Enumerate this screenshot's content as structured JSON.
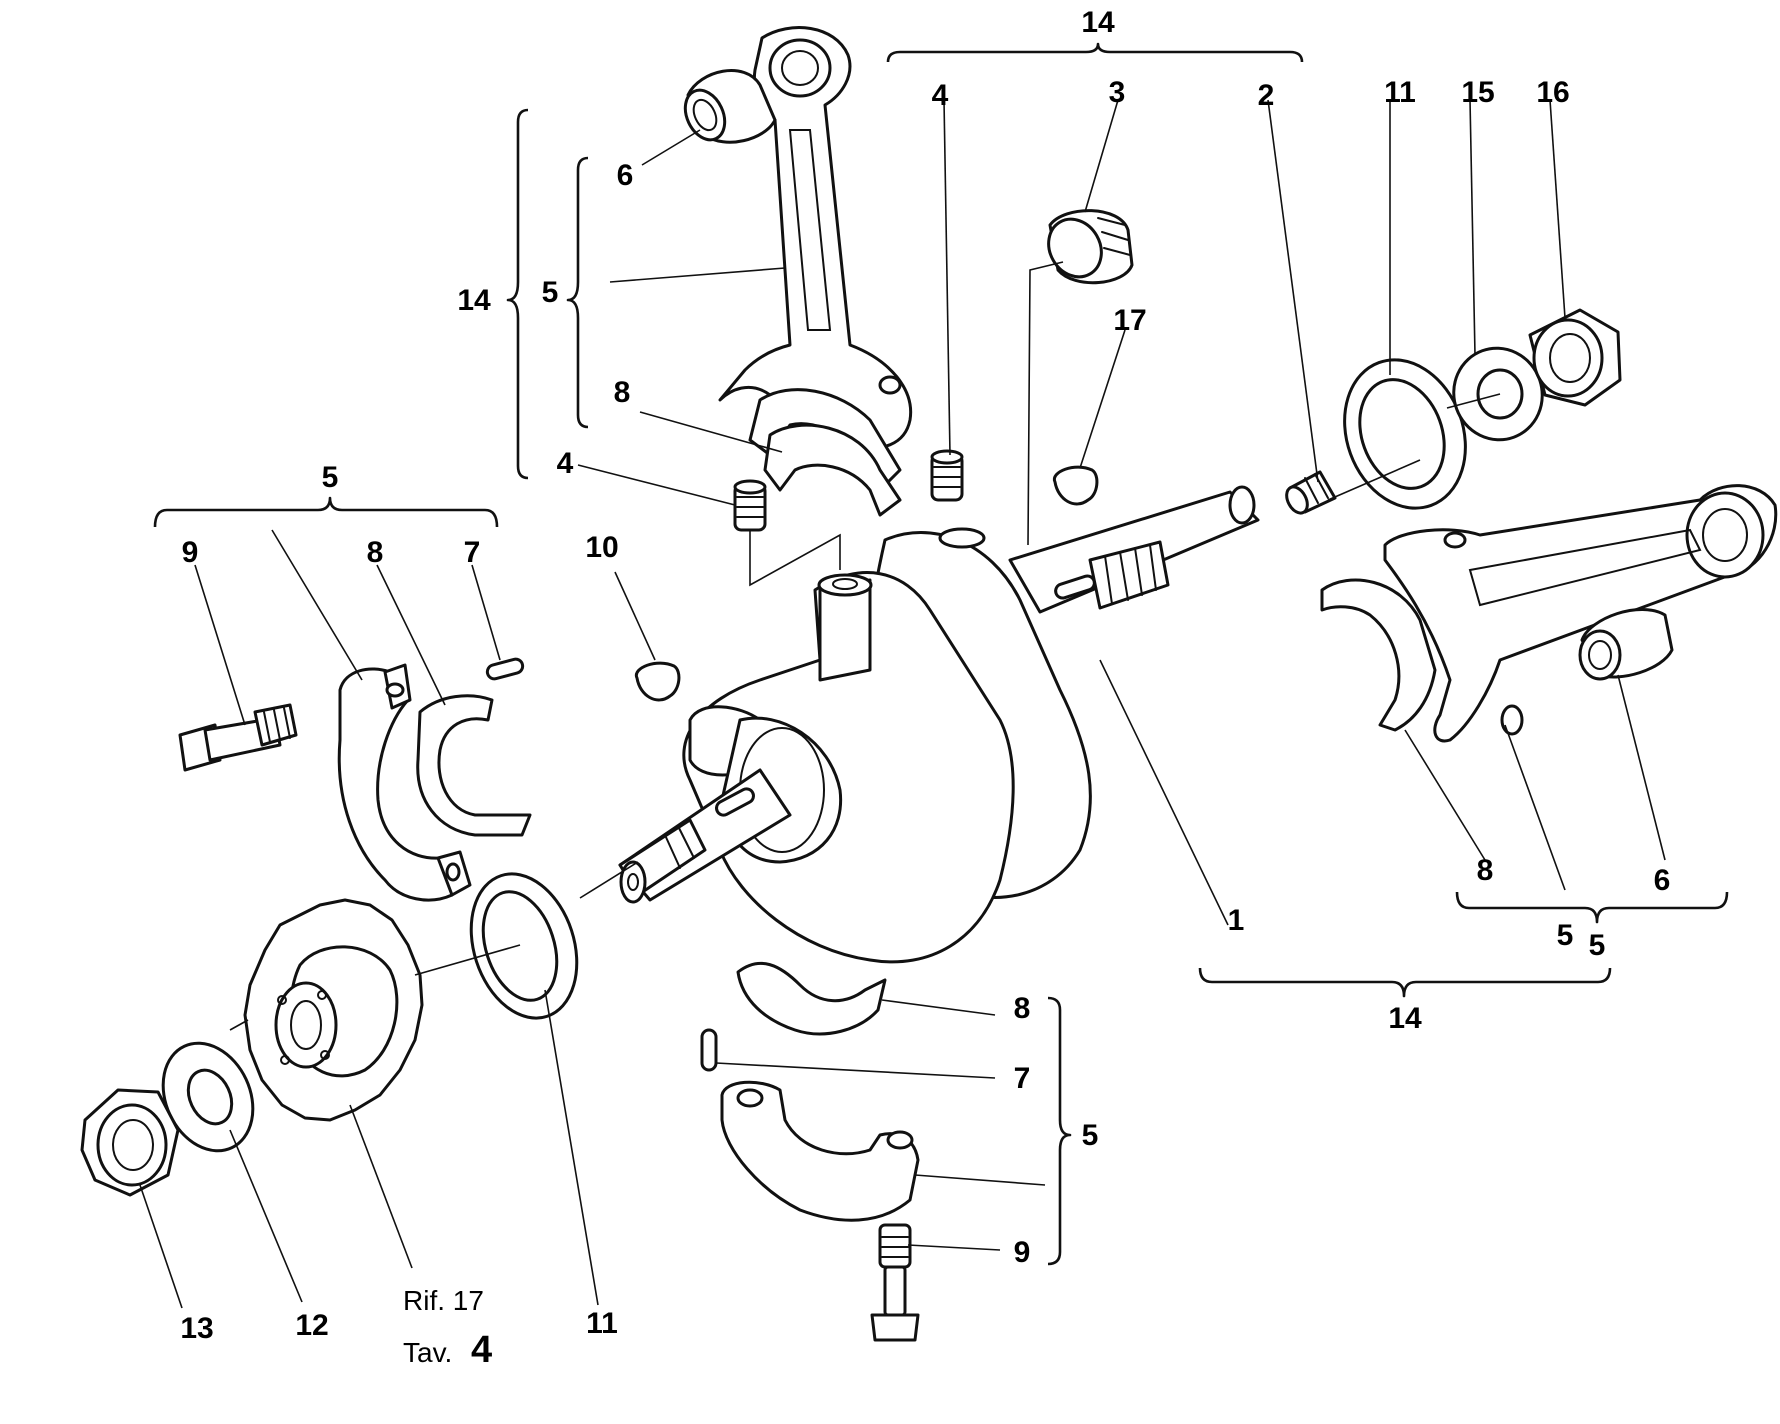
{
  "labels": {
    "n1": "1",
    "n2": "2",
    "n3": "3",
    "n4a": "4",
    "n4b": "4",
    "n5_left": "5",
    "n5_upper_rod": "5",
    "n5_right_rod": "5",
    "n5_right_group": "5",
    "n5_lower": "5",
    "n6_upper": "6",
    "n6_right": "6",
    "n7_left": "7",
    "n7_lower": "7",
    "n8_upper": "8",
    "n8_left": "8",
    "n8_right": "8",
    "n8_lower": "8",
    "n9_left": "9",
    "n9_lower": "9",
    "n10": "10",
    "n11_lower": "11",
    "n11_upper": "11",
    "n12": "12",
    "n13": "13",
    "n14_top": "14",
    "n14_left": "14",
    "n14_right": "14",
    "n15": "15",
    "n16": "16",
    "n17": "17"
  },
  "reference": {
    "rif_label": "Rif. 17",
    "tav_prefix": "Tav.",
    "tav_number": "4"
  }
}
